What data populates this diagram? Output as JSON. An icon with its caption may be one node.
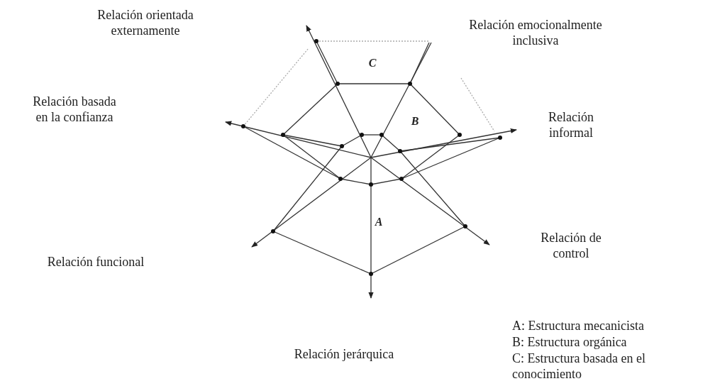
{
  "diagram": {
    "labels": [
      "Relación orientada externamente",
      "Relación emocionalmente inclusiva",
      "C",
      "Relación basada en la confianza",
      "B",
      "Relación informal",
      "A",
      "Relación funcional",
      "Relación de control",
      "Relación jerárquica",
      "A: Estructura mecanicista",
      "B: Estructura orgánica",
      "C: Estructura basada en el conocimiento"
    ]
  }
}
